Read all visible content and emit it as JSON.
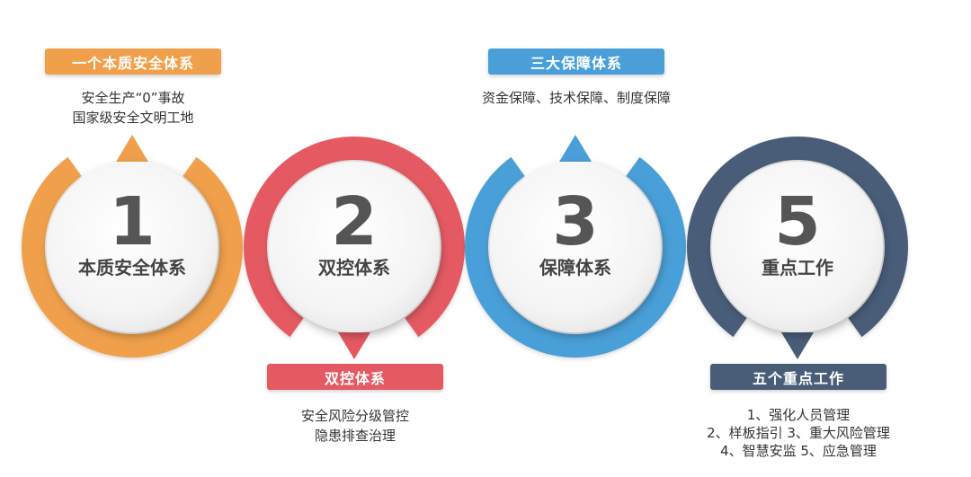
{
  "colors": {
    "orange": "#f0a04b",
    "red": "#e55a62",
    "blue": "#4a9fd8",
    "navy": "#4a5d78",
    "number": "#555555",
    "title": "#444444"
  },
  "circles": [
    {
      "number": "1",
      "title": "本质安全体系"
    },
    {
      "number": "2",
      "title": "双控体系"
    },
    {
      "number": "3",
      "title": "保障体系"
    },
    {
      "number": "5",
      "title": "重点工作"
    }
  ],
  "labels": [
    {
      "title": "一个本质安全体系",
      "lines": [
        "安全生产“0”事故",
        "国家级安全文明工地"
      ]
    },
    {
      "title": "双控体系",
      "lines": [
        "安全风险分级管控",
        "隐患排查治理"
      ]
    },
    {
      "title": "三大保障体系",
      "lines": [
        "资金保障、技术保障、制度保障"
      ]
    },
    {
      "title": "五个重点工作",
      "lines": [
        "1、强化人员管理",
        "2、样板指引  3、重大风险管理",
        "4、智慧安监  5、应急管理"
      ]
    }
  ]
}
